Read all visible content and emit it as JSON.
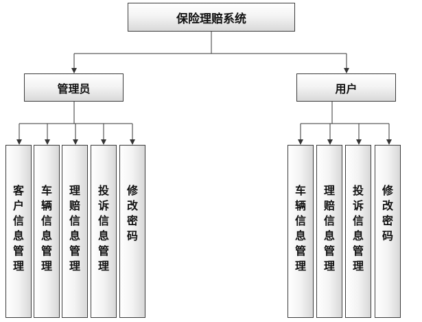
{
  "root": {
    "label": "保险理赔系统"
  },
  "roles": [
    {
      "label": "管理员",
      "modules": [
        "客户信息管理",
        "车辆信息管理",
        "理赔信息管理",
        "投诉信息管理",
        "修改密码"
      ]
    },
    {
      "label": "用户",
      "modules": [
        "车辆信息管理",
        "理赔信息管理",
        "投诉信息管理",
        "修改密码"
      ]
    }
  ]
}
